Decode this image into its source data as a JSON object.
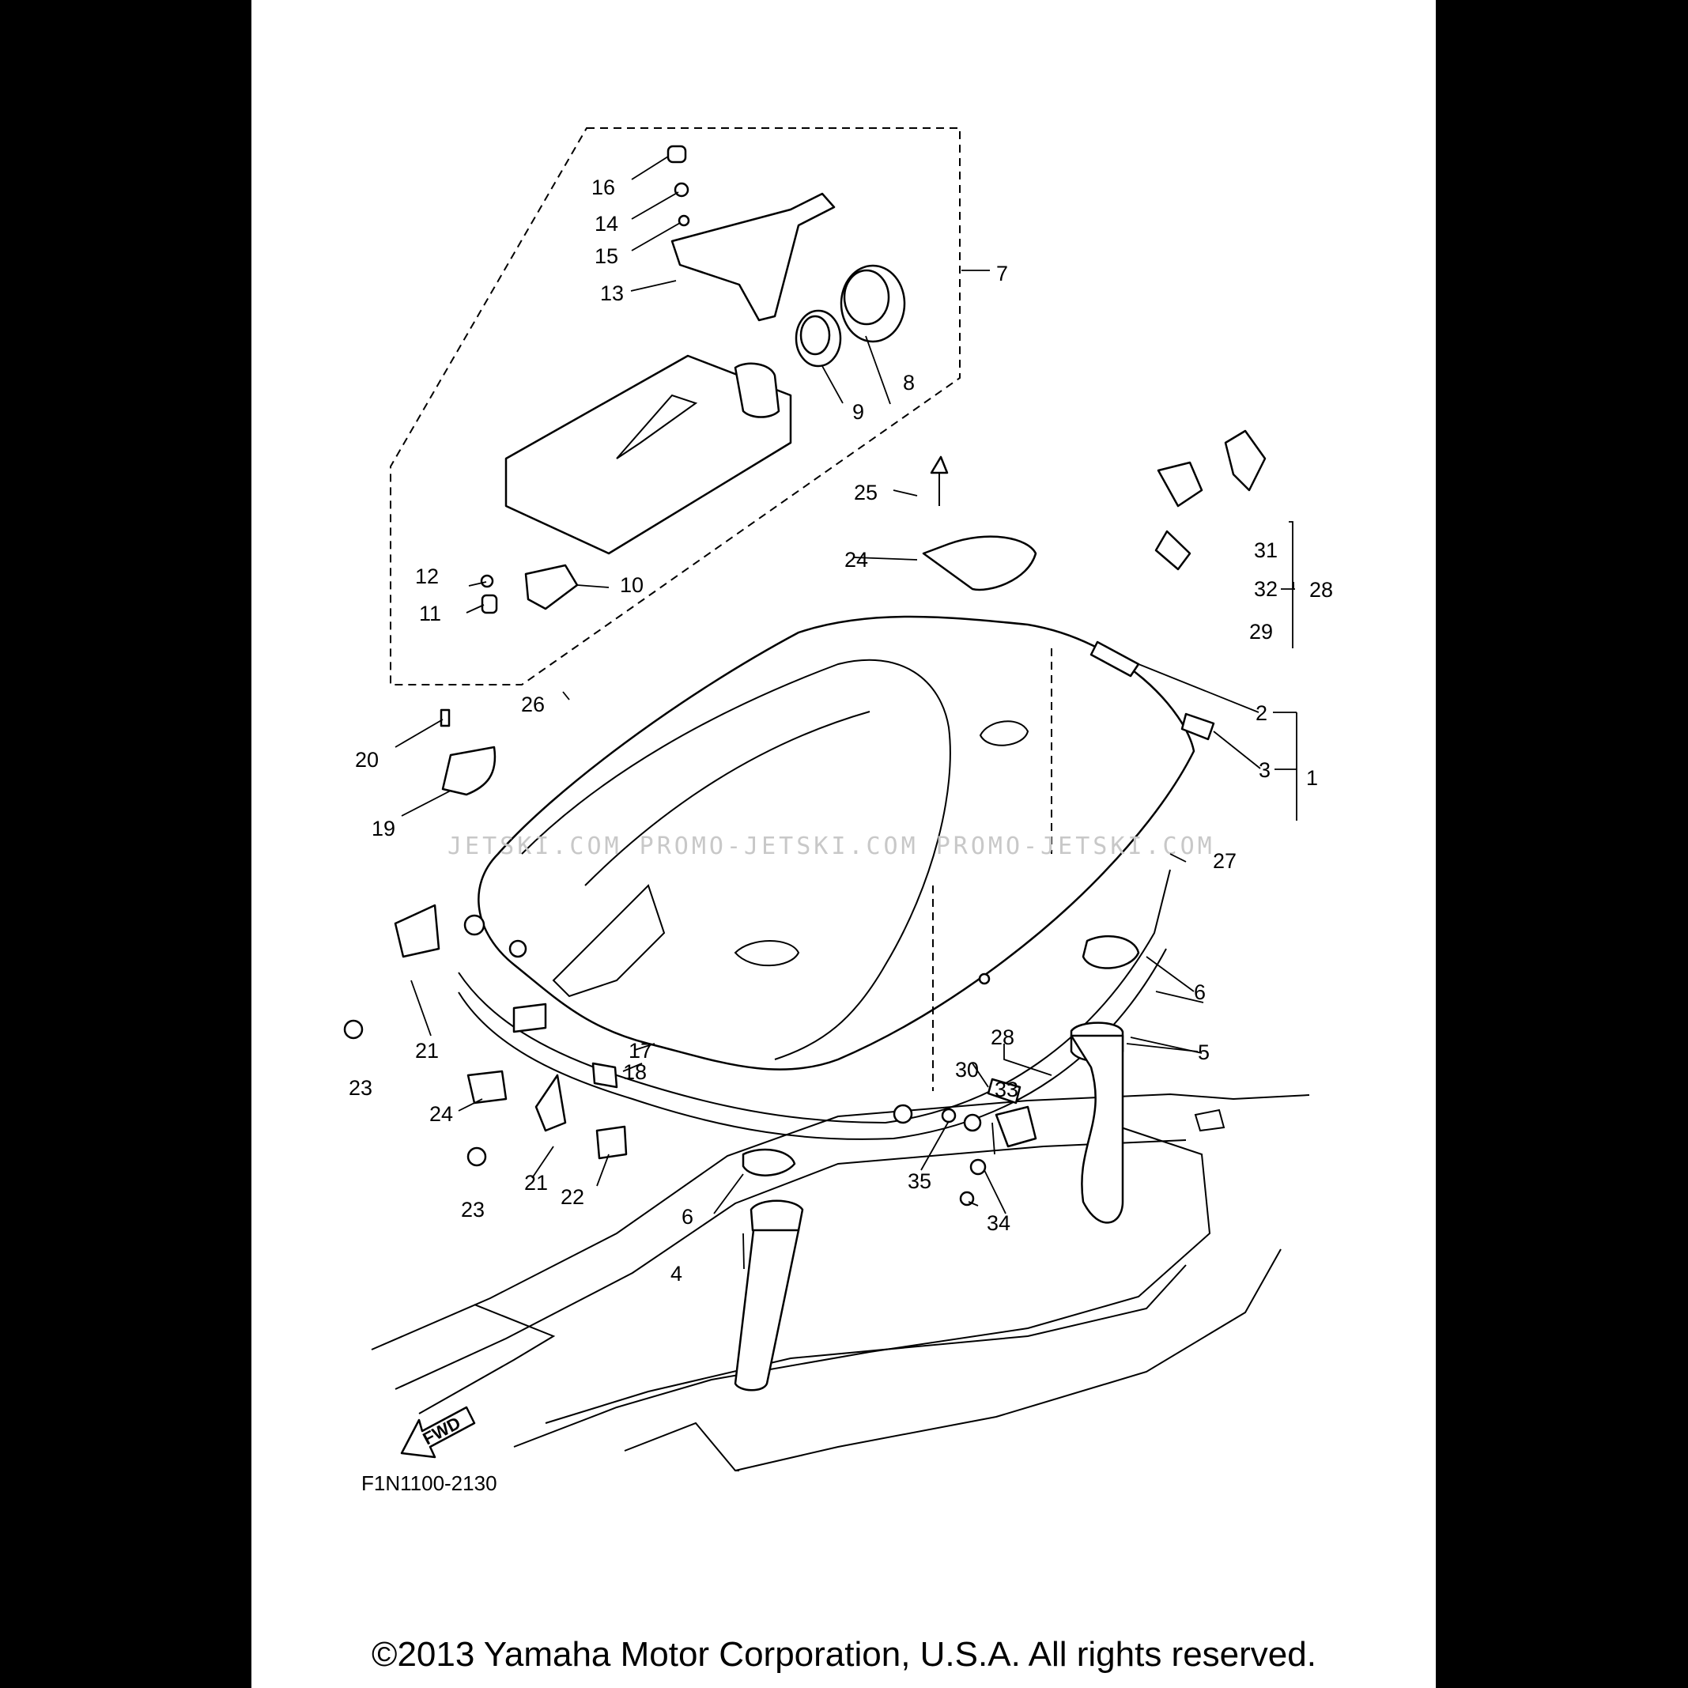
{
  "diagram": {
    "code": "F1N1100-2130",
    "fwd_label": "FWD",
    "watermark": "JETSKI.COM   PROMO-JETSKI.COM   PROMO-JETSKI.COM",
    "callouts": [
      "1",
      "2",
      "3",
      "4",
      "5",
      "6",
      "6",
      "7",
      "8",
      "9",
      "10",
      "11",
      "12",
      "13",
      "14",
      "15",
      "16",
      "17",
      "18",
      "19",
      "20",
      "21",
      "21",
      "22",
      "23",
      "23",
      "24",
      "24",
      "25",
      "26",
      "27",
      "28",
      "28",
      "29",
      "30",
      "31",
      "32",
      "33",
      "34",
      "35"
    ]
  },
  "footer": {
    "copyright": "©2013 Yamaha Motor Corporation, U.S.A. All rights reserved."
  },
  "colors": {
    "background": "#000000",
    "sheet": "#ffffff",
    "ink": "#000000",
    "watermark": "#c8c8c8"
  }
}
